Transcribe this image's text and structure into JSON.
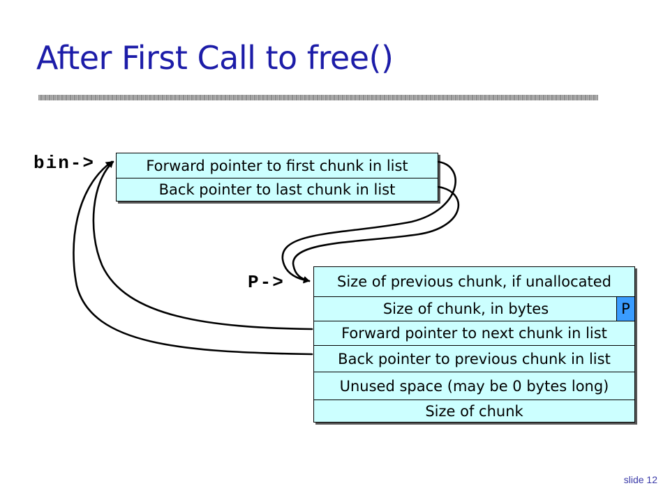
{
  "title": "After First Call to free()",
  "bin_label": "bin->",
  "p_label": "P->",
  "bin_struct": {
    "rows": [
      "Forward pointer to first chunk in list",
      "Back pointer to last chunk in list"
    ]
  },
  "chunk_struct": {
    "rows": [
      "Size of previous chunk, if unallocated",
      "Size of chunk, in bytes",
      "Forward pointer to next chunk in list",
      "Back pointer to previous chunk in list",
      "Unused space (may be 0 bytes long)",
      "Size of chunk"
    ],
    "flag": "P"
  },
  "colors": {
    "title": "#1c1ca8",
    "box_fill": "#ccffff",
    "flag_fill": "#3a9cff"
  },
  "footer": "slide 12"
}
